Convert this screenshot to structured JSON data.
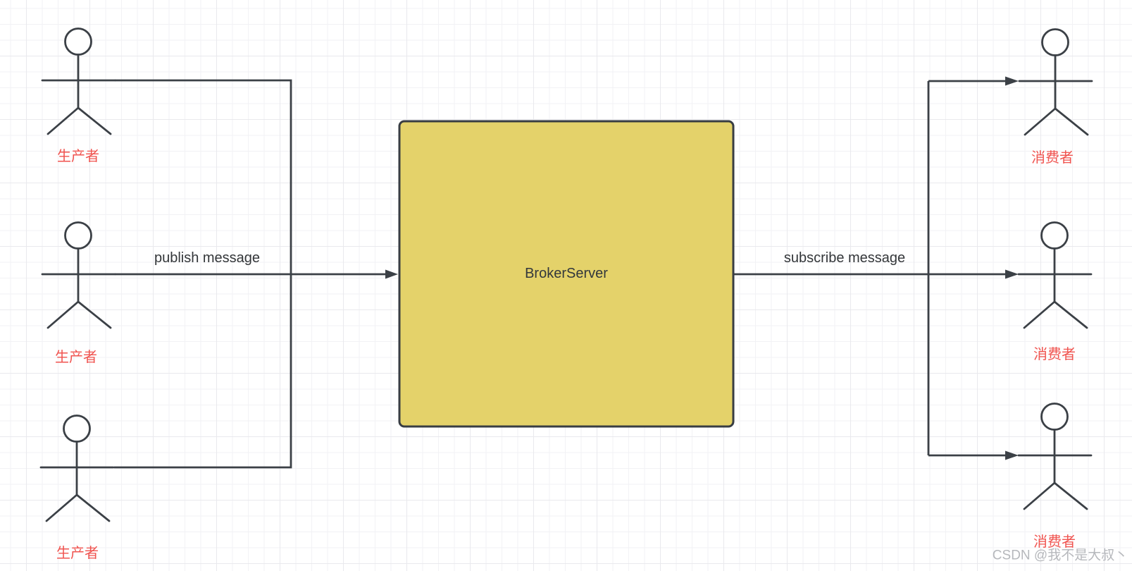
{
  "diagram": {
    "producers": [
      {
        "label": "生产者"
      },
      {
        "label": "生产者"
      },
      {
        "label": "生产者"
      }
    ],
    "consumers": [
      {
        "label": "消费者"
      },
      {
        "label": "消费者"
      },
      {
        "label": "消费者"
      }
    ],
    "broker": {
      "label": "BrokerServer",
      "fill_color": "#e4d26a",
      "border_color": "#383d43"
    },
    "edges": {
      "publish_label": "publish message",
      "subscribe_label": "subscribe message"
    },
    "colors": {
      "actor_label": "#f0534f",
      "line": "#3b4046"
    }
  },
  "watermark": {
    "text": "CSDN @我不是大叔丶"
  }
}
